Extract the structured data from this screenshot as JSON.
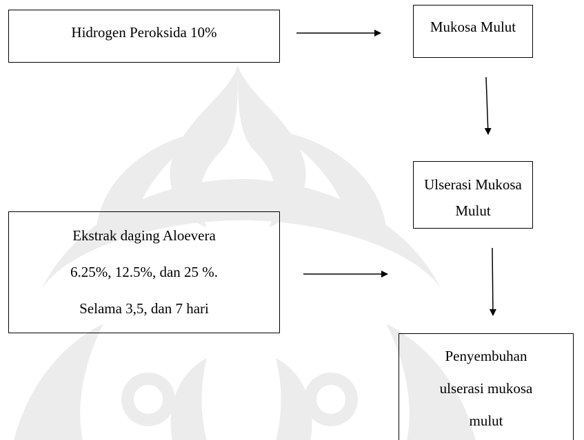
{
  "nodes": {
    "h2o2": {
      "lines": [
        "Hidrogen Peroksida 10%"
      ]
    },
    "mukosa": {
      "lines": [
        "Mukosa Mulut"
      ]
    },
    "ulserasi": {
      "lines": [
        "Ulserasi Mukosa",
        "Mulut"
      ]
    },
    "ekstrak": {
      "lines": [
        "Ekstrak daging Aloevera",
        "6.25%, 12.5%, dan 25 %.",
        "Selama 3,5, dan 7 hari"
      ]
    },
    "penyembuhan": {
      "lines": [
        "Penyembuhan",
        "ulserasi mukosa",
        "mulut"
      ]
    }
  },
  "edges": [
    {
      "from": "h2o2",
      "to": "mukosa"
    },
    {
      "from": "mukosa",
      "to": "ulserasi"
    },
    {
      "from": "ekstrak",
      "to": "ulserasi"
    },
    {
      "from": "ulserasi",
      "to": "penyembuhan"
    }
  ],
  "colors": {
    "line": "#000000",
    "watermark": "#ececec"
  }
}
